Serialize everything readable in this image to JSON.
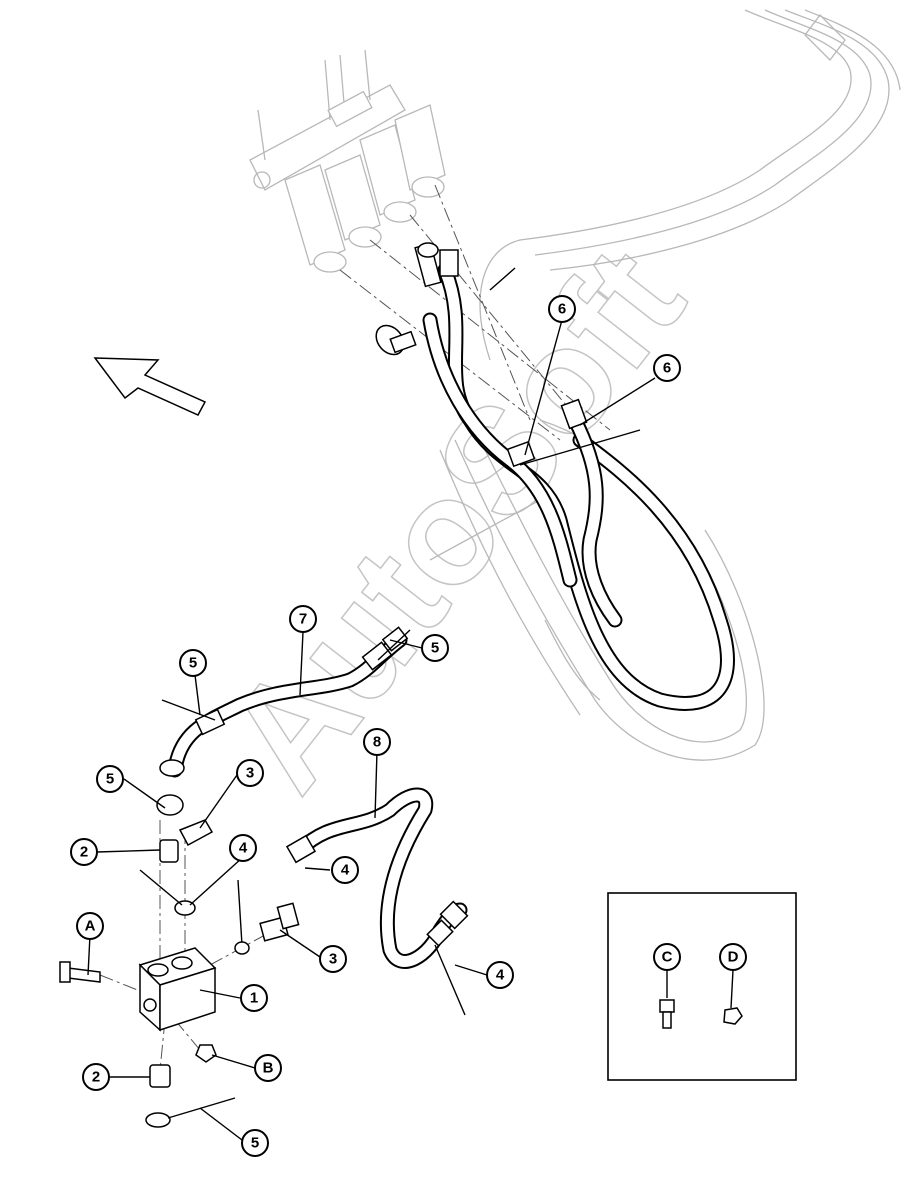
{
  "watermark": "AutoSoft",
  "callouts": [
    {
      "id": "c6a",
      "label": "6"
    },
    {
      "id": "c6b",
      "label": "6"
    },
    {
      "id": "c7",
      "label": "7"
    },
    {
      "id": "c5a",
      "label": "5"
    },
    {
      "id": "c5b",
      "label": "5"
    },
    {
      "id": "c5c",
      "label": "5"
    },
    {
      "id": "c5d",
      "label": "5"
    },
    {
      "id": "c3a",
      "label": "3"
    },
    {
      "id": "c3b",
      "label": "3"
    },
    {
      "id": "c8",
      "label": "8"
    },
    {
      "id": "c2a",
      "label": "2"
    },
    {
      "id": "c2b",
      "label": "2"
    },
    {
      "id": "c4a",
      "label": "4"
    },
    {
      "id": "c4b",
      "label": "4"
    },
    {
      "id": "c4c",
      "label": "4"
    },
    {
      "id": "cA",
      "label": "A"
    },
    {
      "id": "c1",
      "label": "1"
    },
    {
      "id": "cB",
      "label": "B"
    },
    {
      "id": "cC",
      "label": "C"
    },
    {
      "id": "cD",
      "label": "D"
    }
  ],
  "colors": {
    "line": "#000000",
    "ghost": "#b8b8b8",
    "background": "#ffffff"
  }
}
